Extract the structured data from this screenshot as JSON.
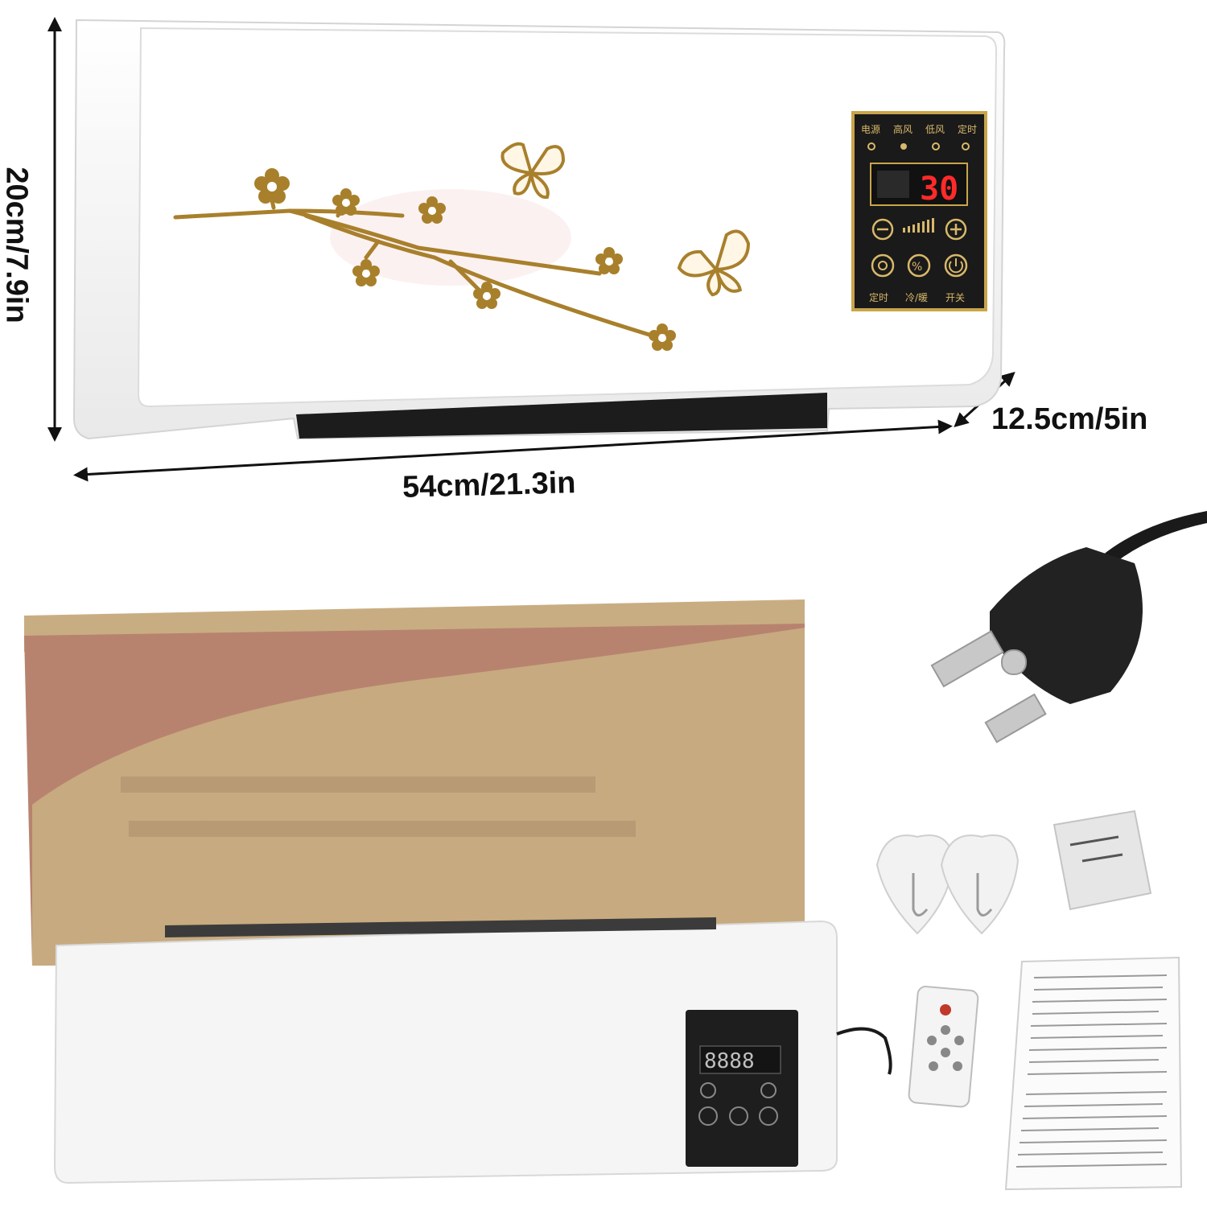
{
  "dimensions": {
    "height": "20cm/7.9in",
    "width": "54cm/21.3in",
    "depth": "12.5cm/5in"
  },
  "heater_panel": {
    "display_value": "30",
    "top_labels": [
      "电源",
      "高风",
      "低风",
      "定时"
    ],
    "bottom_labels": [
      "定时",
      "冷/暖",
      "开关"
    ]
  },
  "second_unit": {
    "display_value": "8888"
  },
  "icons": [
    "minus-icon",
    "plus-icon",
    "timer-icon",
    "mode-icon",
    "power-icon",
    "butterfly-icon",
    "flower-icon",
    "plug-icon",
    "hook-icon",
    "remote-icon"
  ],
  "colors": {
    "gold": "#a8802c",
    "panel_bg": "#1a1a1a",
    "panel_border": "#c9a54a",
    "display_red": "#ff2a2a",
    "box_brown": "#a56a5c",
    "box_tan": "#c6a97a"
  }
}
